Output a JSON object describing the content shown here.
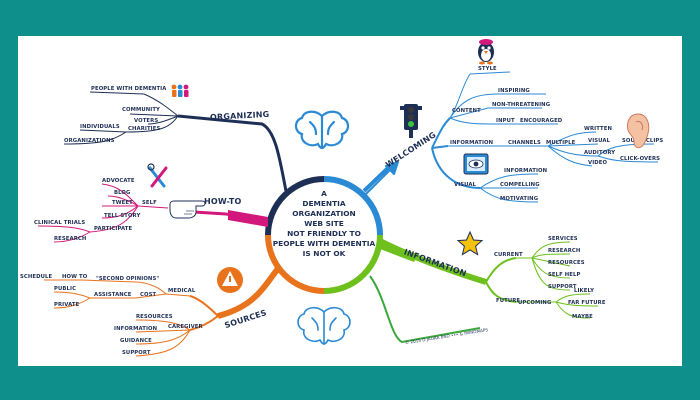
{
  "center": {
    "lines": [
      "A",
      "DEMENTIA",
      "ORGANIZATION",
      "WEB SITE",
      "NOT FRIENDLY TO",
      "PEOPLE WITH DEMENTIA",
      "IS NOT OK"
    ]
  },
  "branches": {
    "organizing": {
      "title": "ORGANIZING",
      "items": [
        "PEOPLE WITH DEMENTIA",
        "COMMUNITY",
        "VOTERS",
        "CHARITIES",
        "INDIVIDUALS",
        "ORGANIZATIONS"
      ]
    },
    "howto": {
      "title": "HOW-TO",
      "items": [
        "ADVOCATE",
        "BLOG",
        "TWEET",
        "TELL STORY",
        "SELF",
        "PARTICIPATE",
        "CLINICAL TRIALS",
        "RESEARCH"
      ]
    },
    "sources": {
      "title": "SOURCES",
      "items": [
        "SCHEDULE",
        "HOW TO",
        "\"SECOND OPINIONS\"",
        "MEDICAL",
        "PUBLIC",
        "ASSISTANCE",
        "COST",
        "PRIVATE",
        "RESOURCES",
        "CAREGIVER",
        "INFORMATION",
        "GUIDANCE",
        "SUPPORT"
      ]
    },
    "welcoming": {
      "title": "WELCOMING",
      "items": [
        "STYLE",
        "INSPIRING",
        "NON-THREATENING",
        "CONTENT",
        "INPUT",
        "ENCOURAGED",
        "INFORMATION",
        "CHANNELS",
        "MULTIPLE",
        "WRITTEN",
        "VISUAL",
        "AUDITORY",
        "VIDEO",
        "SOUND CLIPS",
        "CLICK-OVERS",
        "INFORMATION",
        "VISUAL",
        "COMPELLING",
        "MOTIVATING"
      ]
    },
    "information": {
      "title": "INFORMATION",
      "items": [
        "CURRENT",
        "SERVICES",
        "RESEARCH",
        "RESOURCES",
        "SELF HELP",
        "SUPPORT",
        "FUTURE",
        "UPCOMING",
        "LIKELY",
        "FAR FUTURE",
        "MAYBE"
      ]
    }
  },
  "copyright": "© 2015 D JAURA BND ••• & IMINDMAPS",
  "colors": {
    "border": "#0f8f8c",
    "organizing": "#1e2f55",
    "howto": "#d2187c",
    "sources": "#e8731c",
    "welcoming": "#2b8ad4",
    "information": "#6ec01c",
    "bottom": "#3aa83a",
    "brain": "#2b8ad4"
  },
  "icons": [
    "people-icon",
    "tools-icon",
    "pointing-hand-icon",
    "warning-triangle-icon",
    "brain-icon",
    "brain-outline-icon",
    "traffic-light-icon",
    "penguin-icon",
    "ear-icon",
    "screen-eye-icon",
    "star-icon",
    "arrow-icon"
  ]
}
